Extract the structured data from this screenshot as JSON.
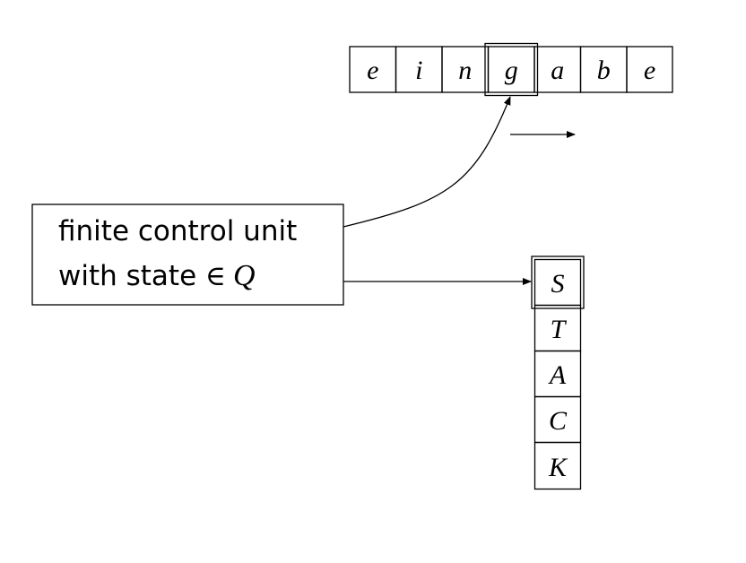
{
  "tape": {
    "cells": [
      "e",
      "i",
      "n",
      "g",
      "a",
      "b",
      "e"
    ],
    "head_index": 3
  },
  "control": {
    "line1": "finite control unit",
    "line2_prefix": "with state ",
    "line2_symbol": "∈",
    "line2_var": "Q"
  },
  "stack": {
    "cells": [
      "S",
      "T",
      "A",
      "C",
      "K"
    ],
    "top_index": 0
  }
}
